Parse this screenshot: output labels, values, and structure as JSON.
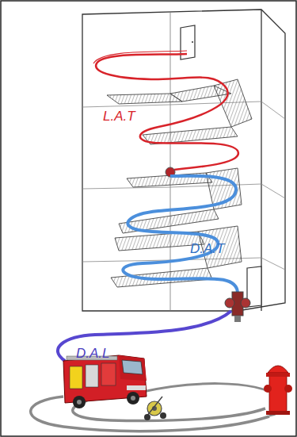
{
  "diagram": {
    "labels": [
      "L.A.T",
      "D.A.T",
      "D.A.L"
    ]
  }
}
